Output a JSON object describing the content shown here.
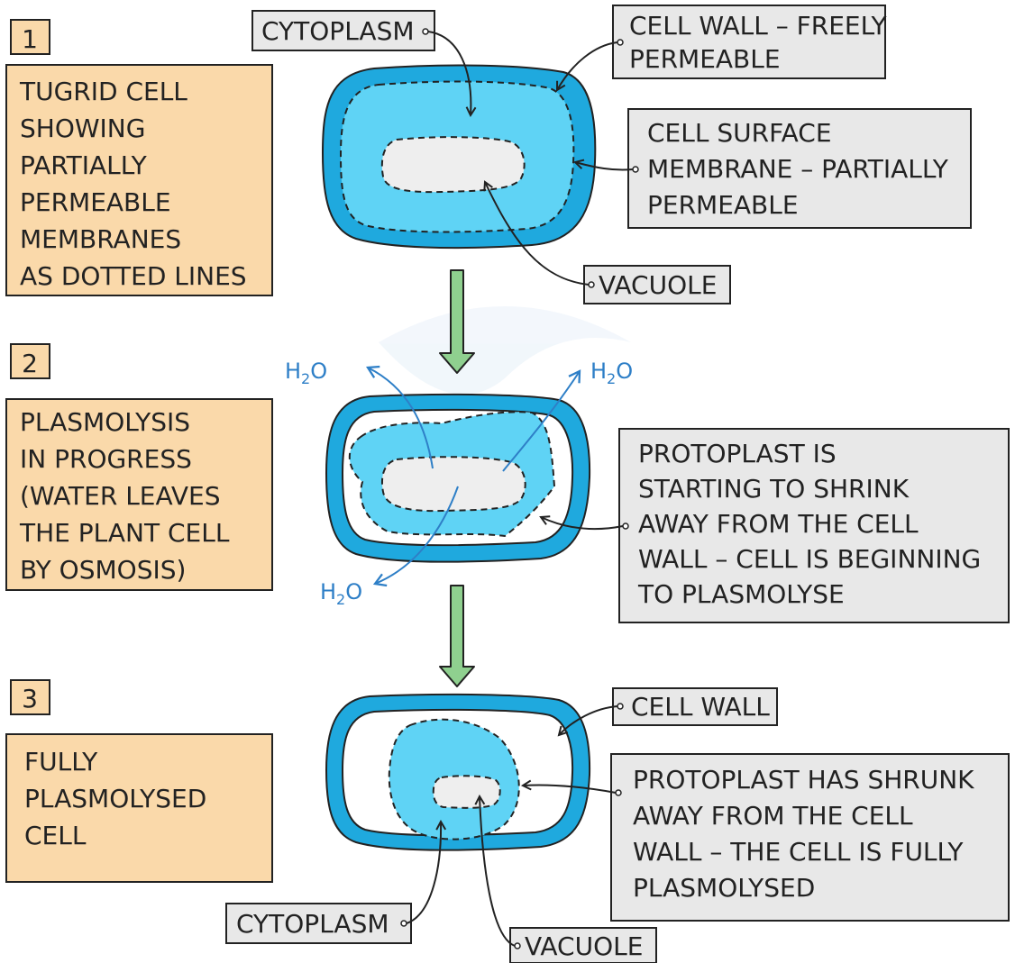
{
  "colors": {
    "stage_box_fill": "#fad9aa",
    "label_box_fill": "#e8e8e8",
    "cell_wall": "#1fa9de",
    "cytoplasm": "#5fd3f5",
    "vacuole": "#eeeeee",
    "arrow_fill": "#8fd08f",
    "water": "#2e7fc7",
    "outline": "#222222"
  },
  "stages": [
    {
      "number": "1",
      "description": [
        "TUGRID  CELL",
        "SHOWING",
        "PARTIALLY",
        "PERMEABLE",
        "MEMBRANES",
        "AS DOTTED LINES"
      ]
    },
    {
      "number": "2",
      "description": [
        "PLASMOLYSIS",
        "IN  PROGRESS",
        "(WATER  LEAVES",
        "THE  PLANT  CELL",
        "BY  OSMOSIS)"
      ]
    },
    {
      "number": "3",
      "description": [
        "FULLY",
        "PLASMOLYSED",
        "CELL"
      ]
    }
  ],
  "labels": {
    "cytoplasm_1": [
      "CYTOPLASM"
    ],
    "cell_wall_1": [
      "CELL  WALL – FREELY",
      "PERMEABLE"
    ],
    "membrane_1": [
      "CELL  SURFACE",
      "MEMBRANE  – PARTIALLY",
      "PERMEABLE"
    ],
    "vacuole_1": [
      "VACUOLE"
    ],
    "protoplast_2": [
      "PROTOPLAST  IS",
      "STARTING  TO  SHRINK",
      "AWAY  FROM  THE  CELL",
      "WALL – CELL  IS  BEGINNING",
      "TO  PLASMOLYSE"
    ],
    "cell_wall_3": [
      "CELL  WALL"
    ],
    "protoplast_3": [
      "PROTOPLAST  HAS  SHRUNK",
      "AWAY  FROM  THE  CELL",
      "WALL – THE  CELL  IS  FULLY",
      "PLASMOLYSED"
    ],
    "cytoplasm_3": [
      "CYTOPLASM"
    ],
    "vacuole_3": [
      "VACUOLE"
    ]
  },
  "water": {
    "base": "H",
    "sub": "2",
    "tail": "O"
  }
}
